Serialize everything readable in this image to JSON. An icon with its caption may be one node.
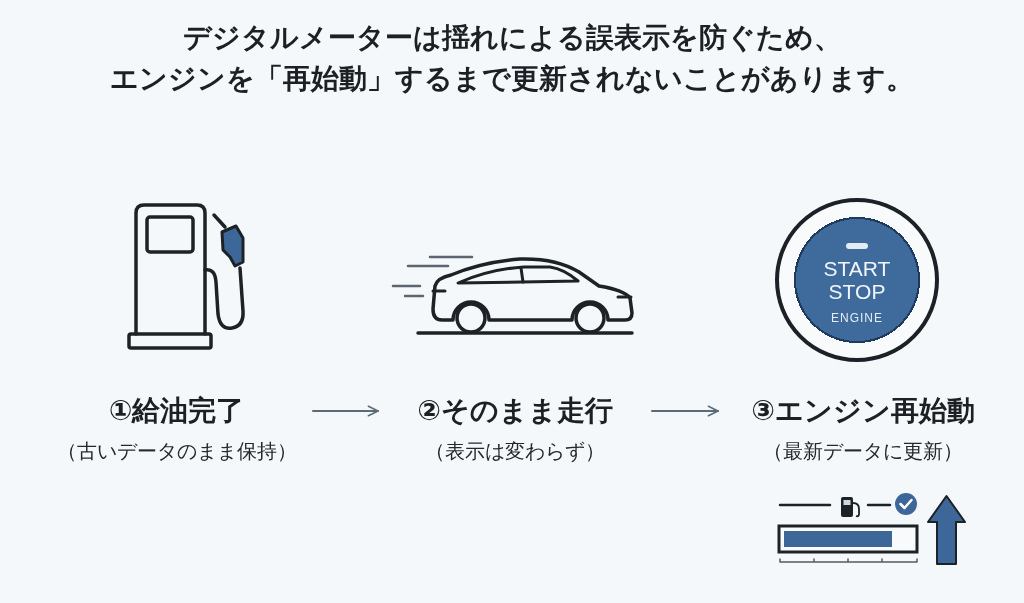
{
  "diagram": {
    "title": "デジタルメーターは揺れによる誤表示を防ぐため、エンジンを「再始動」するまで更新されないことがあります。",
    "nodes": [
      {
        "text": [
          "①給油完了",
          "（古いデータのまま保持）"
        ]
      },
      {
        "text": [
          "②そのまま走行",
          "（表示は変わらず）"
        ]
      },
      {
        "text": [
          "START STOP",
          "ENGINE"
        ]
      },
      {
        "text": [
          "③エンジン再始動",
          "（最新データに更新）"
        ]
      }
    ],
    "edges": [
      {
        "from": 0,
        "to": 1,
        "arrow": "to"
      },
      {
        "from": 1,
        "to": 3,
        "arrow": "to"
      }
    ]
  }
}
